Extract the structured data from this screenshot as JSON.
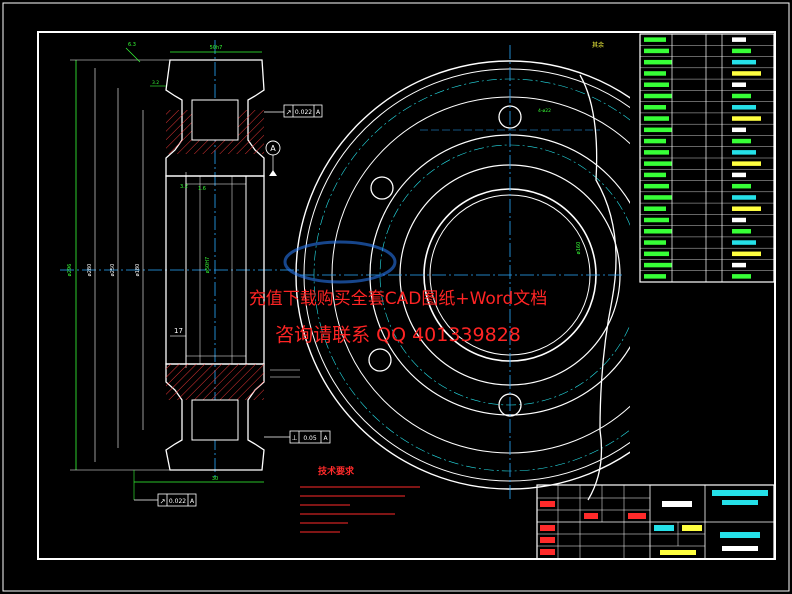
{
  "drawing": {
    "views": {
      "front": {
        "tolerance_frames": [
          {
            "symbol": "↗",
            "value": "0.022",
            "datum": "A"
          },
          {
            "symbol": "⊥",
            "value": "0.05",
            "datum": "A"
          },
          {
            "symbol": "↗",
            "value": "0.022",
            "datum": "A"
          }
        ],
        "datum_label": "A",
        "dim_17": "17"
      }
    },
    "tech_requirements": {
      "title": "技术要求"
    },
    "watermark": {
      "line1": "充值下载购买全套CAD图纸+Word文档",
      "line2": "咨询请联系  QQ 401339828"
    }
  },
  "colors": {
    "background": "#000000",
    "outline": "#ffffff",
    "center_line": "#2aa9ff",
    "hatch": "#ff3b3b",
    "dimension": "#37ff37",
    "cyan": "#25e0e8",
    "yellow": "#ffff40",
    "watermark": "#ff2424"
  }
}
